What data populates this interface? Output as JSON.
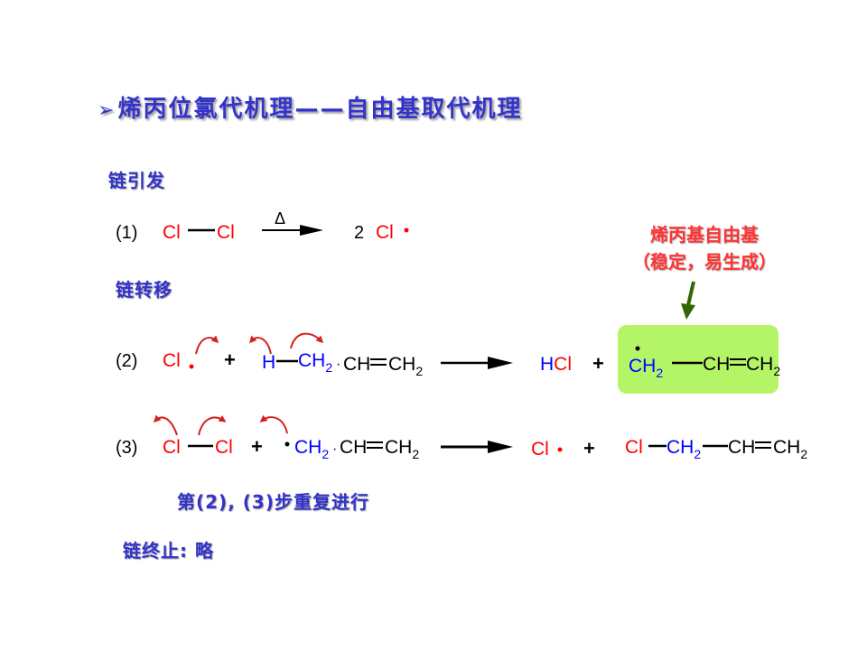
{
  "title": {
    "bullet": "➢",
    "text": "烯丙位氯代机理——自由基取代机理"
  },
  "headings": {
    "initiation": "链引发",
    "propagation": "链转移",
    "repeat": "第(2), (3)步重复进行",
    "termination": "链终止: 略"
  },
  "annotation": {
    "line1": "烯丙基自由基",
    "line2": "（稳定，易生成）"
  },
  "reactions": {
    "r1": {
      "label": "(1)",
      "cl_a": "Cl",
      "cl_b": "Cl",
      "condition": "Δ",
      "coef": "2",
      "product_cl": "Cl"
    },
    "r2": {
      "label": "(2)",
      "cl": "Cl",
      "plus1": "+",
      "h": "H",
      "ch2_main": "CH",
      "ch2_sub": "2",
      "ch": "CH",
      "ch2b_main": "CH",
      "ch2b_sub": "2",
      "hcl": "HCl",
      "plus2": "+",
      "p_ch2_main": "CH",
      "p_ch2_sub": "2",
      "p_ch": "CH",
      "p_ch2b_main": "CH",
      "p_ch2b_sub": "2"
    },
    "r3": {
      "label": "(3)",
      "cl_a": "Cl",
      "cl_b": "Cl",
      "plus1": "+",
      "ch2_main": "CH",
      "ch2_sub": "2",
      "ch": "CH",
      "ch2b_main": "CH",
      "ch2b_sub": "2",
      "p_cl": "Cl",
      "plus2": "+",
      "q_cl": "Cl",
      "q_ch2_main": "CH",
      "q_ch2_sub": "2",
      "q_ch": "CH",
      "q_ch2b_main": "CH",
      "q_ch2b_sub": "2"
    }
  },
  "colors": {
    "title": "#3333cc",
    "chlorine": "#ff0000",
    "blue_atoms": "#0000ff",
    "highlight_box": "#b3f566",
    "annotation_arrow": "#336600",
    "annotation_text": "#ff3333"
  }
}
